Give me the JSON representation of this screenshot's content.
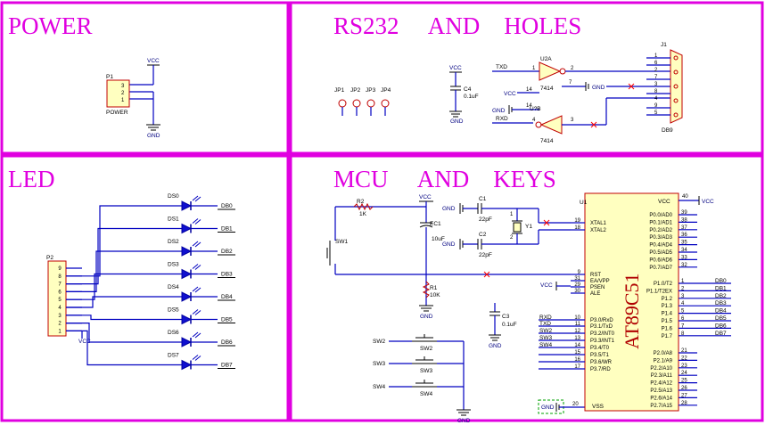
{
  "sections": {
    "power": "POWER",
    "rs232": "RS232     AND    HOLES",
    "led": "LED",
    "mcu": "MCU     AND    KEYS"
  },
  "power": {
    "vcc": "VCC",
    "gnd": "GND",
    "connector_ref": "P1",
    "connector_name": "POWER",
    "pins": [
      "3",
      "2",
      "1"
    ]
  },
  "rs232": {
    "vcc": "VCC",
    "gnd": "GND",
    "cap_ref": "C4",
    "cap_value": "0.1uF",
    "jumpers": [
      "JP1",
      "JP2",
      "JP3",
      "JP4"
    ],
    "u2a_ref": "U2A",
    "u2b_ref": "U?B",
    "inv_part": "7414",
    "txd": "TXD",
    "rxd": "RXD",
    "pin14": "14",
    "pin7": "7",
    "pin_u2a_in": "1",
    "pin_u2a_out": "2",
    "pin_u2b_in": "3",
    "pin_u2b_out": "4",
    "db9_ref": "J1",
    "db9_name": "DB9",
    "db9_pins": [
      "1",
      "6",
      "2",
      "7",
      "3",
      "8",
      "4",
      "9",
      "5"
    ]
  },
  "led": {
    "connector_ref": "P2",
    "connector_pins": [
      "9",
      "8",
      "7",
      "6",
      "5",
      "4",
      "3",
      "2",
      "1"
    ],
    "vcc": "VCC",
    "leds": [
      "DS0",
      "DS1",
      "DS2",
      "DS3",
      "DS4",
      "DS5",
      "DS6",
      "DS7"
    ],
    "nets": [
      "DB0",
      "DB1",
      "DB2",
      "DB3",
      "DB4",
      "DB5",
      "DB6",
      "DB7"
    ]
  },
  "mcu": {
    "vcc": "VCC",
    "gnd": "GND",
    "r2_ref": "R2",
    "r2_val": "1K",
    "ec1_ref": "EC1",
    "ec1_val": "10uF",
    "sw1": "SW1",
    "r1_ref": "R1",
    "r1_val": "10K",
    "c1_ref": "C1",
    "c2_ref": "C2",
    "c12_val": "22pF",
    "c3_ref": "C3",
    "c3_val": "0.1uF",
    "y1": "Y1",
    "y1_pins": [
      "1",
      "2"
    ],
    "u1": "U1",
    "chip_name": "AT89C51",
    "chip_vcc": "VCC",
    "chip_vss": "VSS",
    "pin40": "40",
    "pin20": "20",
    "left_pins": [
      {
        "num": "19",
        "name": "XTAL1"
      },
      {
        "num": "18",
        "name": "XTAL2"
      },
      {
        "num": "9",
        "name": "RST"
      },
      {
        "num": "31",
        "name": "EA/VPP"
      },
      {
        "num": "29",
        "name": "PSEN"
      },
      {
        "num": "30",
        "name": "ALE"
      },
      {
        "num": "10",
        "name": "P3.0/RxD"
      },
      {
        "num": "11",
        "name": "P3.1/TxD"
      },
      {
        "num": "12",
        "name": "P3.2/INT0"
      },
      {
        "num": "13",
        "name": "P3.3/INT1"
      },
      {
        "num": "14",
        "name": "P3.4/T0"
      },
      {
        "num": "15",
        "name": "P3.5/T1"
      },
      {
        "num": "16",
        "name": "P3.6/WR"
      },
      {
        "num": "17",
        "name": "P3.7/RD"
      }
    ],
    "p3_nets": [
      "RXD",
      "TXD",
      "SW2",
      "SW3",
      "SW4"
    ],
    "p0_pins": [
      {
        "num": "39",
        "name": "P0.0/AD0"
      },
      {
        "num": "38",
        "name": "P0.1/AD1"
      },
      {
        "num": "37",
        "name": "P0.2/AD2"
      },
      {
        "num": "36",
        "name": "P0.3/AD3"
      },
      {
        "num": "35",
        "name": "P0.4/AD4"
      },
      {
        "num": "34",
        "name": "P0.5/AD5"
      },
      {
        "num": "33",
        "name": "P0.6/AD6"
      },
      {
        "num": "32",
        "name": "P0.7/AD7"
      }
    ],
    "p1_pins": [
      {
        "num": "1",
        "name": "P1.0/T2"
      },
      {
        "num": "2",
        "name": "P1.1/T2EX"
      },
      {
        "num": "3",
        "name": "P1.2"
      },
      {
        "num": "4",
        "name": "P1.3"
      },
      {
        "num": "5",
        "name": "P1.4"
      },
      {
        "num": "6",
        "name": "P1.5"
      },
      {
        "num": "7",
        "name": "P1.6"
      },
      {
        "num": "8",
        "name": "P1.7"
      }
    ],
    "p1_nets": [
      "DB0",
      "DB1",
      "DB2",
      "DB3",
      "DB4",
      "DB5",
      "DB6",
      "DB7"
    ],
    "p2_pins": [
      {
        "num": "21",
        "name": "P2.0/A8"
      },
      {
        "num": "22",
        "name": "P2.1/A9"
      },
      {
        "num": "23",
        "name": "P2.2/A10"
      },
      {
        "num": "24",
        "name": "P2.3/A11"
      },
      {
        "num": "25",
        "name": "P2.4/A12"
      },
      {
        "num": "26",
        "name": "P2.5/A13"
      },
      {
        "num": "27",
        "name": "P2.6/A14"
      },
      {
        "num": "28",
        "name": "P2.7/A15"
      }
    ],
    "keys": [
      {
        "net": "SW2",
        "ref": "SW2"
      },
      {
        "net": "SW3",
        "ref": "SW3"
      },
      {
        "net": "SW4",
        "ref": "SW4"
      }
    ]
  }
}
